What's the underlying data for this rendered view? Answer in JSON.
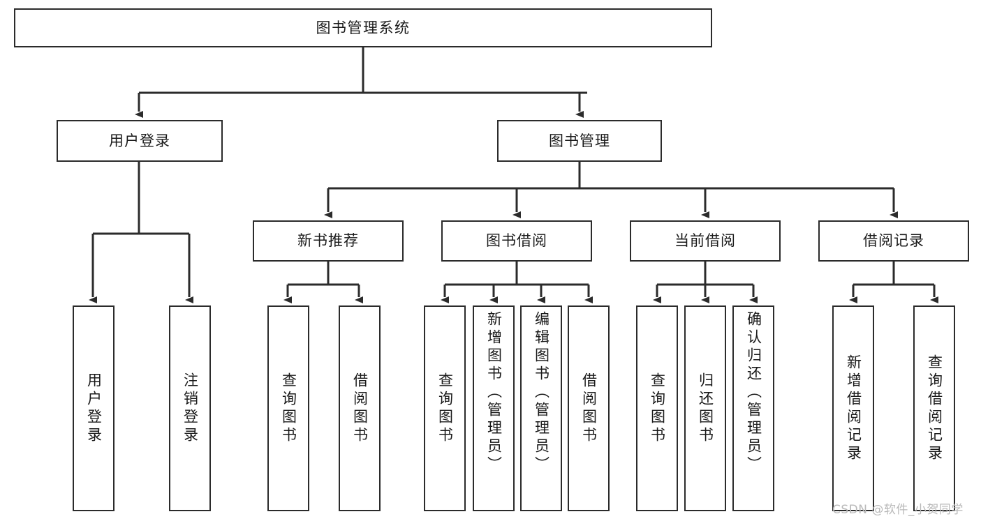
{
  "diagram": {
    "title": "图书管理系统",
    "type": "hierarchy-tree",
    "root": {
      "id": "root",
      "label": "图书管理系统"
    },
    "level2": [
      {
        "id": "user-login",
        "label": "用户登录"
      },
      {
        "id": "book-manage",
        "label": "图书管理"
      }
    ],
    "level3": [
      {
        "id": "new-book-recommend",
        "label": "新书推荐",
        "parent": "book-manage"
      },
      {
        "id": "book-borrow",
        "label": "图书借阅",
        "parent": "book-manage"
      },
      {
        "id": "current-borrow",
        "label": "当前借阅",
        "parent": "book-manage"
      },
      {
        "id": "borrow-record",
        "label": "借阅记录",
        "parent": "book-manage"
      }
    ],
    "leaves": {
      "user_login": [
        {
          "id": "leaf-user-login",
          "label": "用户登录"
        },
        {
          "id": "leaf-logout",
          "label": "注销登录"
        }
      ],
      "new_book_recommend": [
        {
          "id": "leaf-query-book-1",
          "label": "查询图书"
        },
        {
          "id": "leaf-borrow-book-1",
          "label": "借阅图书"
        }
      ],
      "book_borrow": [
        {
          "id": "leaf-query-book-2",
          "label": "查询图书"
        },
        {
          "id": "leaf-add-book",
          "label": "新增图书（管理员）"
        },
        {
          "id": "leaf-edit-book",
          "label": "编辑图书（管理员）"
        },
        {
          "id": "leaf-borrow-book-2",
          "label": "借阅图书"
        }
      ],
      "current_borrow": [
        {
          "id": "leaf-query-book-3",
          "label": "查询图书"
        },
        {
          "id": "leaf-return-book",
          "label": "归还图书"
        },
        {
          "id": "leaf-confirm-return",
          "label": "确认归还（管理员）"
        }
      ],
      "borrow_record": [
        {
          "id": "leaf-add-record",
          "label": "新增借阅记录"
        },
        {
          "id": "leaf-query-record",
          "label": "查询借阅记录"
        }
      ]
    },
    "colors": {
      "stroke": "#2b2b2b",
      "fill": "#ffffff",
      "text": "#1a1a1a",
      "watermark": "#b9b9b9"
    }
  },
  "watermark": {
    "text": "CSDN @软件_小贺同学"
  }
}
